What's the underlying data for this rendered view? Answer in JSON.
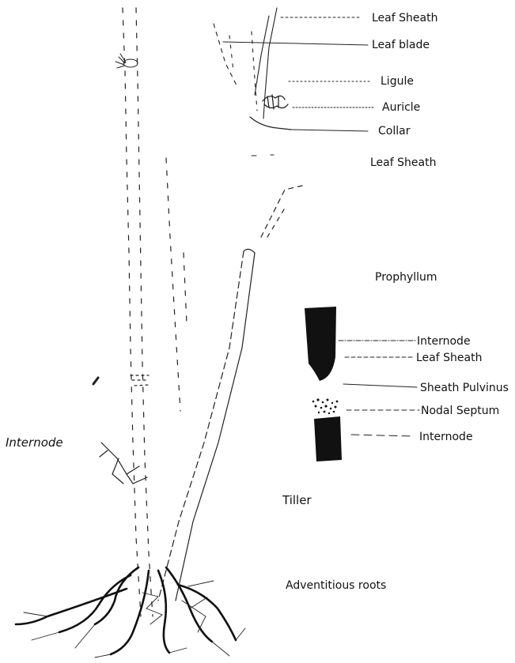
{
  "labels": {
    "leaf_sheath_top": "Leaf Sheath",
    "leaf_blade": "Leaf blade",
    "ligule": "Ligule",
    "auricle": "Auricle",
    "collar": "Collar",
    "leaf_sheath_mid": "Leaf Sheath",
    "prophyllum": "Prophyllum",
    "internode_right_top": "Internode",
    "leaf_sheath_right": "Leaf Sheath",
    "sheath_pulvinus": "Sheath Pulvinus",
    "nodal_septum": "Nodal Septum",
    "internode_right_bottom": "Internode",
    "internode_left": "Internode",
    "tiller": "Tiller",
    "adventitious_roots": "Adventitious roots"
  },
  "colors": {
    "ink": "#111111",
    "background": "#ffffff"
  }
}
